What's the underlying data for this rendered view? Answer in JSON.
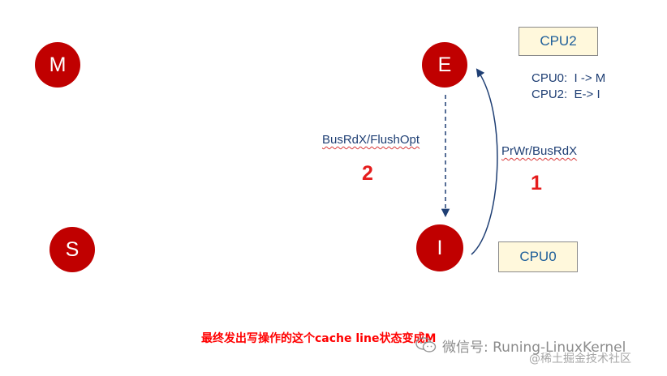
{
  "states": {
    "m": "M",
    "e": "E",
    "s": "S",
    "i": "I"
  },
  "cpu_boxes": {
    "cpu2": "CPU2",
    "cpu0": "CPU0"
  },
  "transitions": {
    "line1": "CPU0:  I -> M",
    "line2": "CPU2:  E-> I"
  },
  "edges": {
    "e_to_i_label": "BusRdX/FlushOpt",
    "e_to_i_step": "2",
    "i_to_e_label": "PrWr/BusRdX",
    "i_to_e_step": "1"
  },
  "caption": "最终发出写操作的这个cache line状态变成M",
  "watermarks": {
    "wechat": "微信号: Runing-LinuxKernel",
    "juejin": "@稀土掘金技术社区"
  },
  "colors": {
    "state_fill": "#c00000",
    "cpu_box_fill": "#fff8dc",
    "cpu_box_text": "#1f5f9a",
    "edge_text": "#1f3f74",
    "arrow": "#1f3f74",
    "step_number": "#e51c1c",
    "caption": "#ff0000"
  }
}
